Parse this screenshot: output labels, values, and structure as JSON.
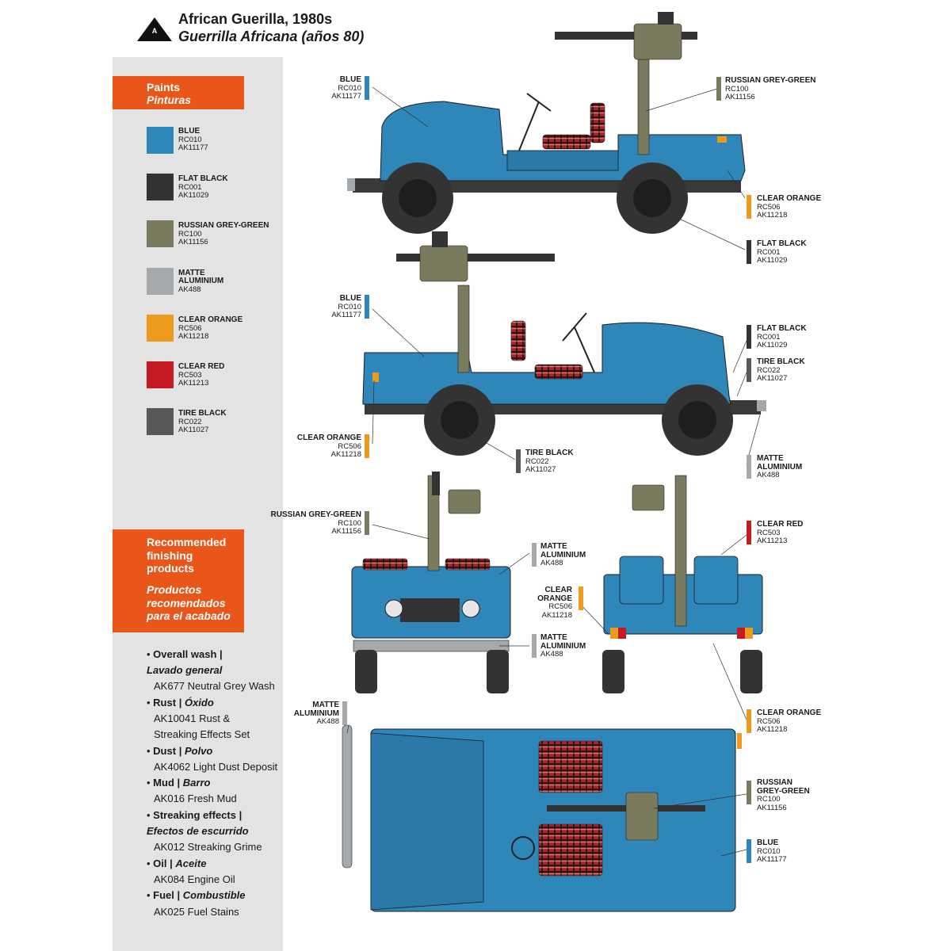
{
  "header": {
    "badge_letter": "A",
    "title": "African Guerilla, 1980s",
    "subtitle": "Guerrilla Africana (años 80)"
  },
  "paints_panel": {
    "title": "Paints",
    "title_es": "Pinturas",
    "items": [
      {
        "name": "BLUE",
        "code1": "RC010",
        "code2": "AK11177",
        "color": "#2f86b8"
      },
      {
        "name": "FLAT BLACK",
        "code1": "RC001",
        "code2": "AK11029",
        "color": "#333333"
      },
      {
        "name": "RUSSIAN GREY-GREEN",
        "code1": "RC100",
        "code2": "AK11156",
        "color": "#7a7a5e"
      },
      {
        "name": "MATTE ALUMINIUM",
        "code1": "AK488",
        "code2": "",
        "color": "#a6a9ab"
      },
      {
        "name": "CLEAR ORANGE",
        "code1": "RC506",
        "code2": "AK11218",
        "color": "#ee9a1e"
      },
      {
        "name": "CLEAR RED",
        "code1": "RC503",
        "code2": "AK11213",
        "color": "#c41a22"
      },
      {
        "name": "TIRE BLACK",
        "code1": "RC022",
        "code2": "AK11027",
        "color": "#57585a"
      }
    ]
  },
  "finishing": {
    "title_lines": [
      "Recommended",
      "finishing",
      "products"
    ],
    "title_es_lines": [
      "Productos",
      "recomendados",
      "para el acabado"
    ],
    "items": [
      {
        "label": "Overall wash",
        "label_es": "Lavado general",
        "product": "AK677 Neutral Grey Wash"
      },
      {
        "label": "Rust",
        "label_es": "Óxido",
        "product": "AK10041 Rust & Streaking Effects Set"
      },
      {
        "label": "Dust",
        "label_es": "Polvo",
        "product": "AK4062 Light Dust Deposit"
      },
      {
        "label": "Mud",
        "label_es": "Barro",
        "product": "AK016 Fresh Mud"
      },
      {
        "label": "Streaking effects",
        "label_es": "Efectos de escurrido",
        "product": "AK012 Streaking Grime"
      },
      {
        "label": "Oil",
        "label_es": "Aceite",
        "product": "AK084 Engine Oil"
      },
      {
        "label": "Fuel",
        "label_es": "Combustible",
        "product": "AK025 Fuel Stains"
      }
    ]
  },
  "callouts": {
    "v1_blue": {
      "name": "BLUE",
      "code1": "RC010",
      "code2": "AK11177"
    },
    "v1_grey": {
      "name": "RUSSIAN GREY-GREEN",
      "code1": "RC100",
      "code2": "AK11156"
    },
    "v1_orange": {
      "name": "CLEAR ORANGE",
      "code1": "RC506",
      "code2": "AK11218"
    },
    "v1_black": {
      "name": "FLAT BLACK",
      "code1": "RC001",
      "code2": "AK11029"
    },
    "v2_blue": {
      "name": "BLUE",
      "code1": "RC010",
      "code2": "AK11177"
    },
    "v2_black": {
      "name": "FLAT BLACK",
      "code1": "RC001",
      "code2": "AK11029"
    },
    "v2_tire_r": {
      "name": "TIRE BLACK",
      "code1": "RC022",
      "code2": "AK11027"
    },
    "v2_orange": {
      "name": "CLEAR ORANGE",
      "code1": "RC506",
      "code2": "AK11218"
    },
    "v2_tire": {
      "name": "TIRE BLACK",
      "code1": "RC022",
      "code2": "AK11027"
    },
    "v2_alu": {
      "name1": "MATTE",
      "name2": "ALUMINIUM",
      "code1": "AK488"
    },
    "v3_grey": {
      "name": "RUSSIAN GREY-GREEN",
      "code1": "RC100",
      "code2": "AK11156"
    },
    "v3_alu1": {
      "name1": "MATTE",
      "name2": "ALUMINIUM",
      "code1": "AK488"
    },
    "v3_orange": {
      "name1": "CLEAR",
      "name2": "ORANGE",
      "code1": "RC506",
      "code2": "AK11218"
    },
    "v3_alu2": {
      "name1": "MATTE",
      "name2": "ALUMINIUM",
      "code1": "AK488"
    },
    "v4_red": {
      "name": "CLEAR RED",
      "code1": "RC503",
      "code2": "AK11213"
    },
    "v4_orange": {
      "name": "CLEAR ORANGE",
      "code1": "RC506",
      "code2": "AK11218"
    },
    "v5_alu": {
      "name1": "MATTE",
      "name2": "ALUMINIUM",
      "code1": "AK488"
    },
    "v5_grey": {
      "name1": "RUSSIAN",
      "name2": "GREY-GREEN",
      "code1": "RC100",
      "code2": "AK11156"
    },
    "v5_blue": {
      "name": "BLUE",
      "code1": "RC010",
      "code2": "AK11177"
    }
  }
}
